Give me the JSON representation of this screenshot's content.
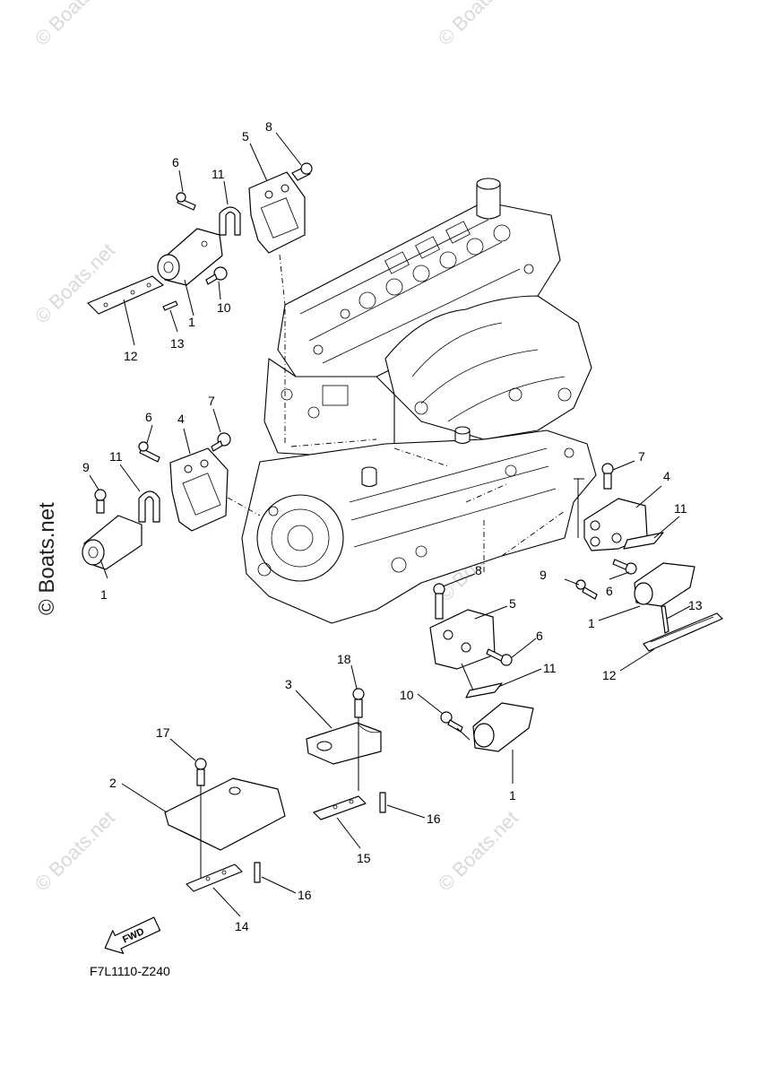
{
  "diagram_code": "F7L1110-Z240",
  "fwd_label": "FWD",
  "watermark": {
    "light_text": "© Boats.net",
    "dark_text": "© Boats.net"
  },
  "callouts": {
    "c1a": "1",
    "c1b": "1",
    "c1c": "1",
    "c1d": "1",
    "c2": "2",
    "c3": "3",
    "c4a": "4",
    "c4b": "4",
    "c5a": "5",
    "c5b": "5",
    "c6a": "6",
    "c6b": "6",
    "c6c": "6",
    "c6d": "6",
    "c7a": "7",
    "c7b": "7",
    "c8a": "8",
    "c8b": "8",
    "c9a": "9",
    "c9b": "9",
    "c10a": "10",
    "c10b": "10",
    "c11a": "11",
    "c11b": "11",
    "c11c": "11",
    "c11d": "11",
    "c12a": "12",
    "c12b": "12",
    "c13a": "13",
    "c13b": "13",
    "c14": "14",
    "c15": "15",
    "c16a": "16",
    "c16b": "16",
    "c17": "17",
    "c18": "18"
  }
}
